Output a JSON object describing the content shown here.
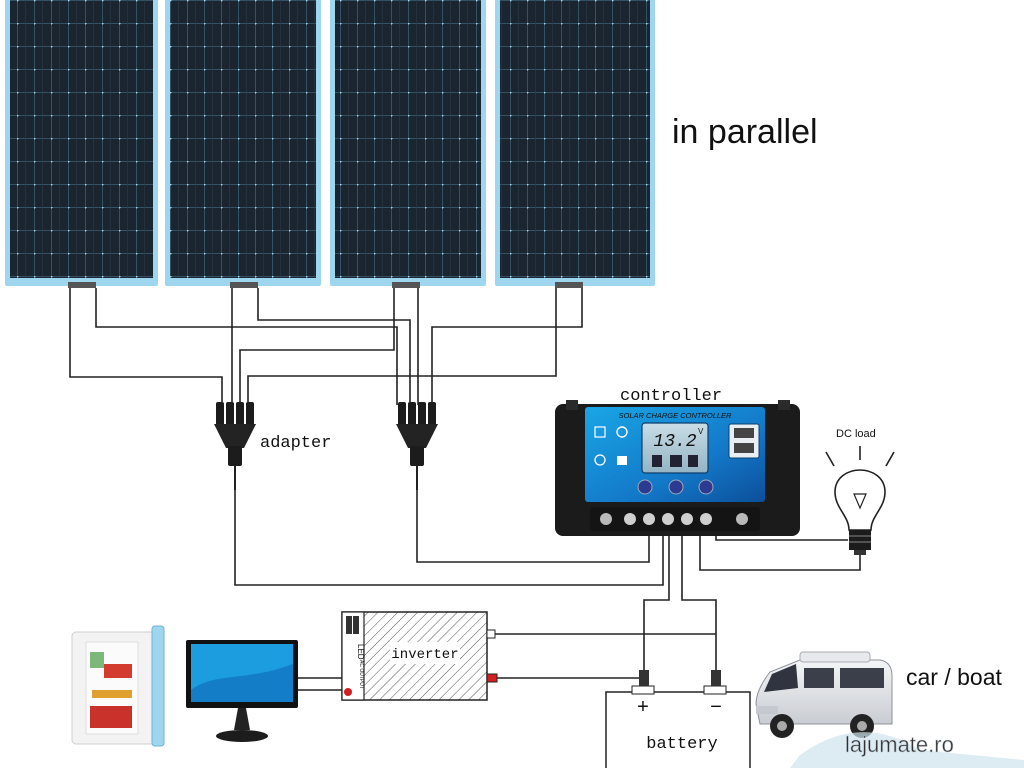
{
  "labels": {
    "title": "in parallel",
    "adapter": "adapter",
    "controller": "controller",
    "controller_banner": "SOLAR CHARGE CONTROLLER",
    "controller_display": "13.2",
    "controller_unit": "V",
    "dc_load": "DC load",
    "inverter": "inverter",
    "inverter_side_top": "LED",
    "inverter_side_bottom": "AC OUTPUT",
    "battery": "battery",
    "battery_plus": "+",
    "battery_minus": "−",
    "car_boat": "car / boat",
    "watermark": "lajumate.ro"
  },
  "colors": {
    "panel_cell": "#1c2732",
    "panel_frame": "#7fc8e8",
    "wire": "#222222",
    "controller_body": "#1b1b1b",
    "controller_face": "#1f8fd8",
    "lcd": "#a9c6d4"
  },
  "icons": {
    "fridge": "mini-fridge-icon",
    "monitor": "monitor-icon",
    "bulb": "light-bulb-icon",
    "van": "camper-van-icon"
  }
}
